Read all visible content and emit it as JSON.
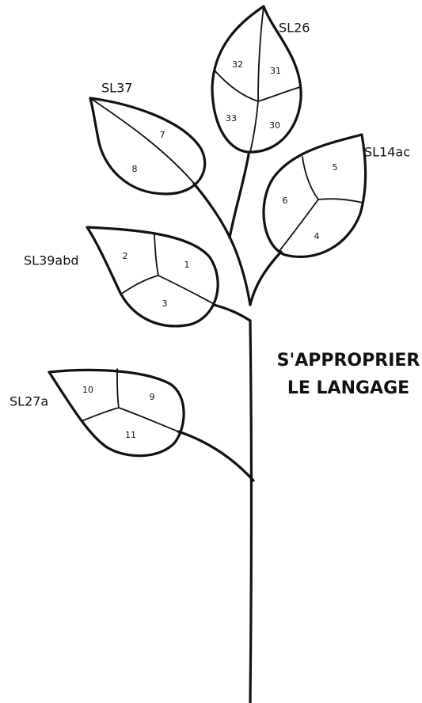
{
  "title": {
    "line1": "S'APPROPRIER",
    "line2": "LE LANGAGE"
  },
  "leaves": [
    {
      "code": "SL26",
      "segments": [
        "32",
        "31",
        "33",
        "30"
      ]
    },
    {
      "code": "SL37",
      "segments": [
        "7",
        "8"
      ]
    },
    {
      "code": "SL14ac",
      "segments": [
        "5",
        "6",
        "4"
      ]
    },
    {
      "code": "SL39abd",
      "segments": [
        "2",
        "1",
        "3"
      ]
    },
    {
      "code": "SL27a",
      "segments": [
        "10",
        "9",
        "11"
      ]
    }
  ]
}
